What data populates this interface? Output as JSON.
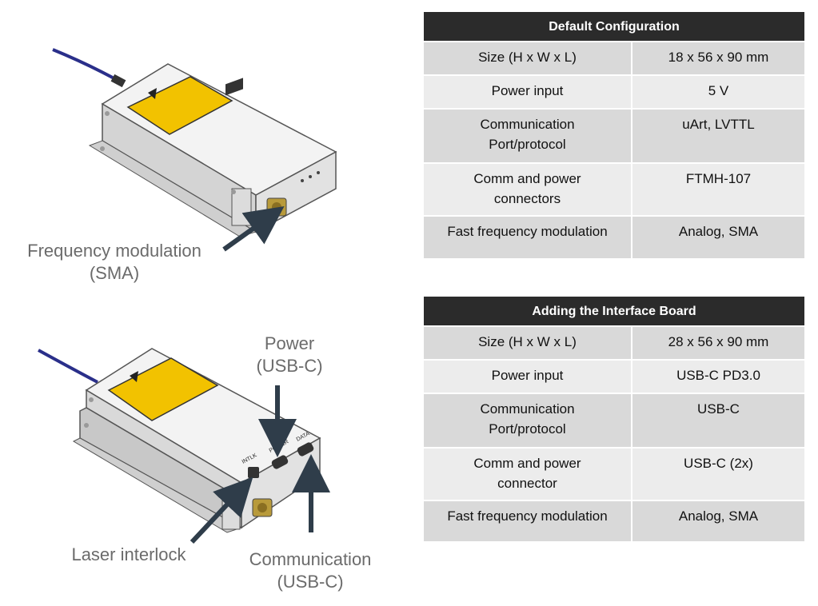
{
  "table_default": {
    "title": "Default Configuration",
    "rows": [
      [
        "Size (H x W x L)",
        "18 x 56 x 90 mm"
      ],
      [
        "Power input",
        "5 V"
      ],
      [
        "Communication\nPort/protocol",
        "uArt, LVTTL"
      ],
      [
        "Comm and power\nconnectors",
        "FTMH-107"
      ],
      [
        "Fast frequency modulation",
        "Analog, SMA"
      ]
    ]
  },
  "table_interface": {
    "title": "Adding the Interface Board",
    "rows": [
      [
        "Size (H x W x L)",
        "28 x 56 x 90 mm"
      ],
      [
        "Power input",
        "USB-C PD3.0"
      ],
      [
        "Communication\nPort/protocol",
        "USB-C"
      ],
      [
        "Comm and power\nconnector",
        "USB-C (2x)"
      ],
      [
        "Fast frequency modulation",
        "Analog, SMA"
      ]
    ]
  },
  "captions": {
    "freq_mod": "Frequency modulation\n(SMA)",
    "power": "Power\n(USB-C)",
    "laser_interlock": "Laser interlock",
    "communication": "Communication\n(USB-C)"
  },
  "device_labels": {
    "port_intlk": "INTLK",
    "port_power": "POWER",
    "port_data": "DATA"
  },
  "colors": {
    "header_bg": "#2b2b2b",
    "row_dark": "#d9d9d9",
    "row_light": "#ececec",
    "caption_text": "#6b6b6b",
    "arrow": "#2f3d4a",
    "laser_label": "#f2c200",
    "fiber": "#2a2f8a"
  }
}
